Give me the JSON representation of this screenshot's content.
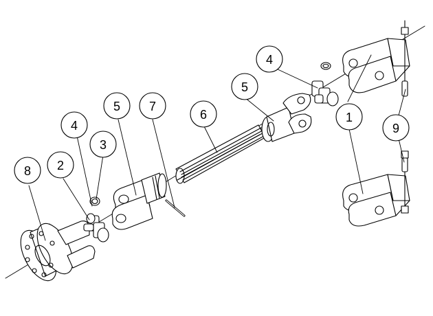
{
  "callouts": [
    {
      "id": "c8",
      "label": "8"
    },
    {
      "id": "c2",
      "label": "2"
    },
    {
      "id": "c4a",
      "label": "4"
    },
    {
      "id": "c3",
      "label": "3"
    },
    {
      "id": "c5a",
      "label": "5"
    },
    {
      "id": "c7",
      "label": "7"
    },
    {
      "id": "c6",
      "label": "6"
    },
    {
      "id": "c5b",
      "label": "5"
    },
    {
      "id": "c4b",
      "label": "4"
    },
    {
      "id": "c1",
      "label": "1"
    },
    {
      "id": "c9",
      "label": "9"
    }
  ],
  "colors": {
    "line": "#000000",
    "background": "#ffffff",
    "callout_fill": "#ffffff"
  }
}
